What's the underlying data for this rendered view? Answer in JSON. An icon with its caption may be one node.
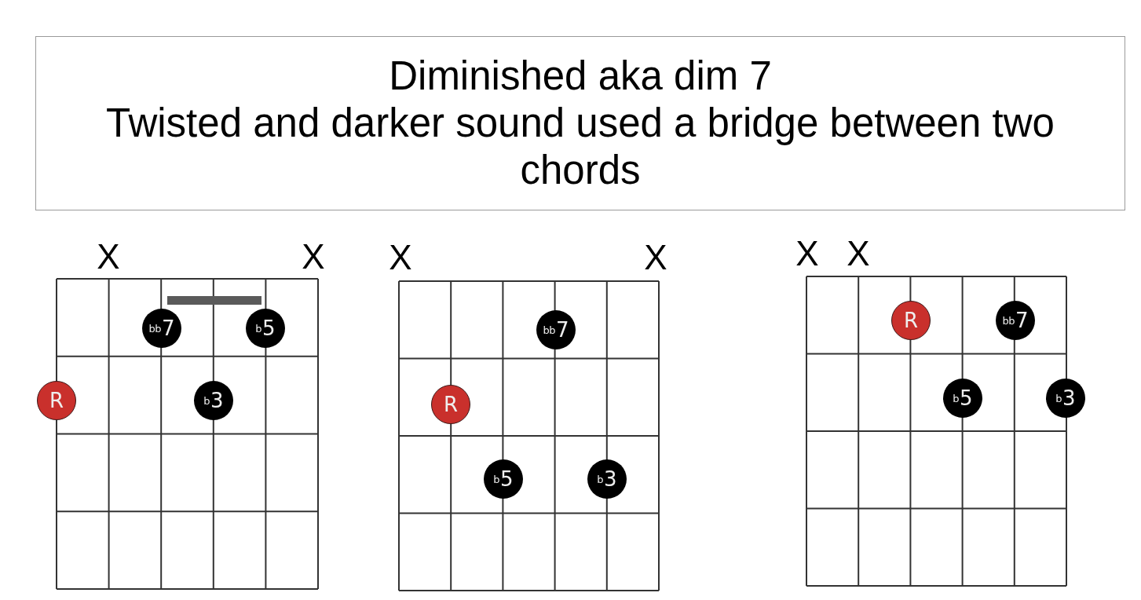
{
  "diagram": {
    "nodes": [
      {
        "text": [
          "Diminished aka dim 7",
          "Twisted and darker sound used a bridge between two chords"
        ]
      },
      {
        "text": [],
        "shape": "box",
        "beside": [
          "X",
          "X"
        ]
      },
      {
        "text": [
          "$^{bb}$7"
        ],
        "in": 1
      },
      {
        "text": [
          "$^{b}$5"
        ],
        "in": 1
      },
      {
        "text": [
          "R"
        ]
      },
      {
        "text": [
          "$^{b}$3"
        ],
        "in": 1
      },
      {
        "text": [],
        "shape": "box",
        "beside": [
          "X",
          "X"
        ]
      },
      {
        "text": [
          "$^{bb}$7"
        ],
        "in": 6
      },
      {
        "text": [
          "R"
        ],
        "in": 6
      },
      {
        "text": [
          "$^{b}$5"
        ],
        "in": 6
      },
      {
        "text": [
          "$^{b}$3"
        ],
        "in": 6
      },
      {
        "text": [],
        "shape": "box",
        "beside": [
          "X",
          "X"
        ]
      },
      {
        "text": [
          "R"
        ],
        "in": 11
      },
      {
        "text": [
          "$^{bb}$7"
        ],
        "in": 11
      },
      {
        "text": [
          "$^{b}$5"
        ],
        "in": 11
      },
      {
        "text": [
          "$^{b}$3"
        ]
      }
    ]
  }
}
